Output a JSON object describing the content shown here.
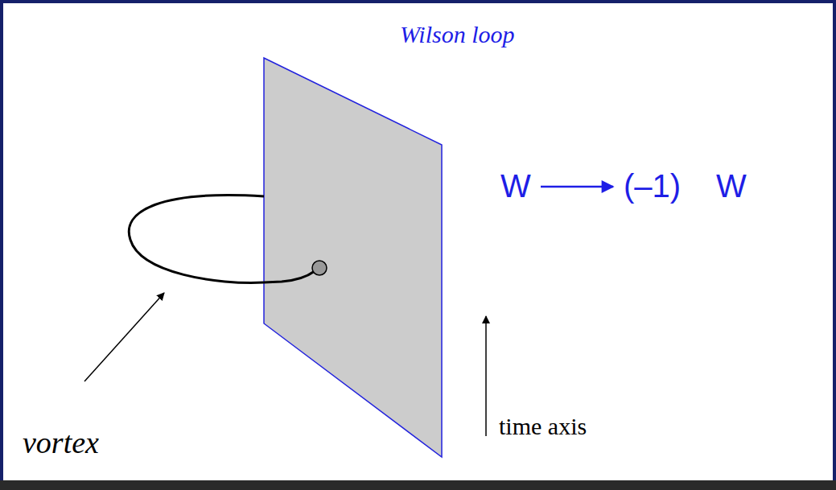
{
  "diagram": {
    "labels": [
      "Wilson loop",
      "W",
      "(–1)",
      "W",
      "time axis",
      "vortex"
    ]
  }
}
